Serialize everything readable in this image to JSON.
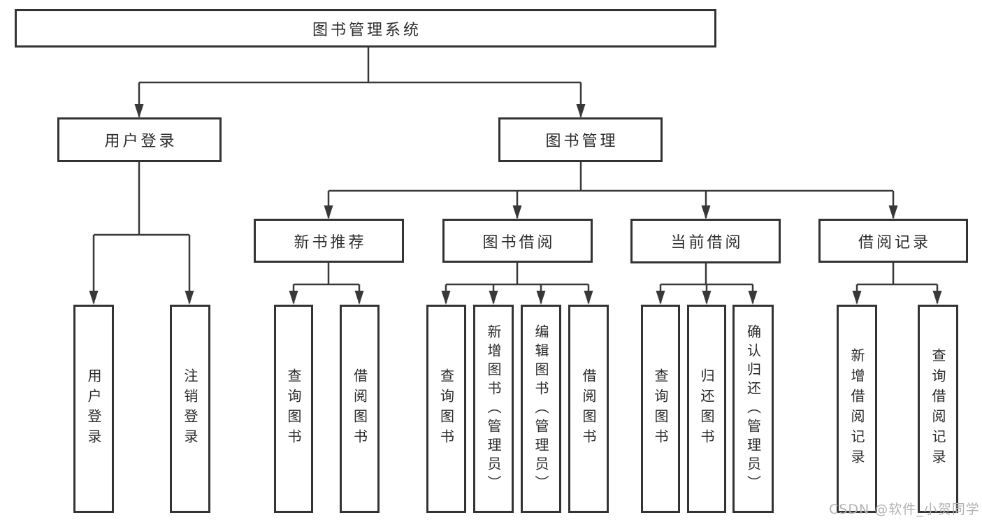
{
  "diagram": {
    "title": "图书管理系统",
    "level2": [
      "用户登录",
      "图书管理"
    ],
    "level3": [
      "新书推荐",
      "图书借阅",
      "当前借阅",
      "借阅记录"
    ],
    "leaves": {
      "login": [
        "用户登录",
        "注销登录"
      ],
      "recommend": [
        "查询图书",
        "借阅图书"
      ],
      "borrow": [
        "查询图书",
        "新增图书（管理员）",
        "编辑图书（管理员）",
        "借阅图书"
      ],
      "current": [
        "查询图书",
        "归还图书",
        "确认归还（管理员）"
      ],
      "records": [
        "新增借阅记录",
        "查询借阅记录"
      ]
    },
    "colors": {
      "line": "#383838",
      "border": "#333333",
      "text": "#2b2b2b",
      "watermark": "#b3b3b3"
    },
    "watermark": "CSDN @软件_小贺同学"
  }
}
